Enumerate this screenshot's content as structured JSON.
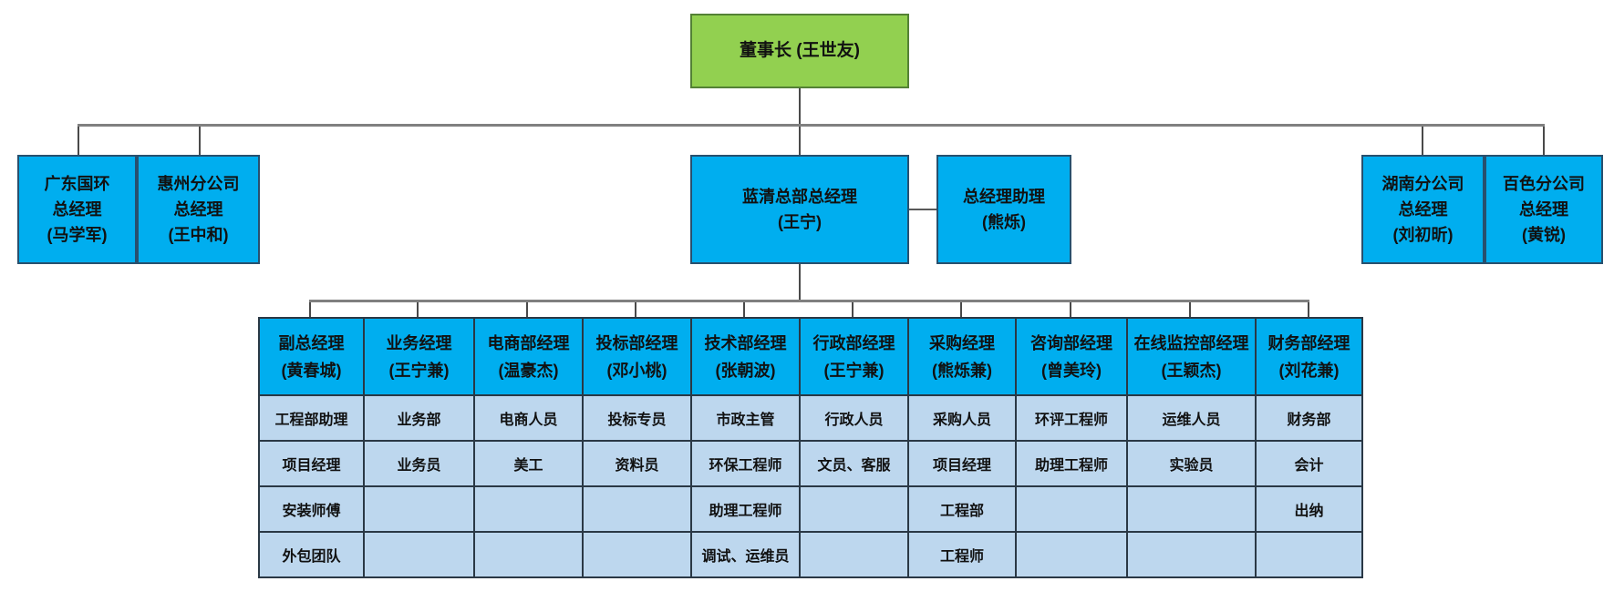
{
  "org": {
    "chairman": {
      "label": "董事长 (王世友)"
    },
    "level2": {
      "gd_guohuan": {
        "lines": [
          "广东国环",
          "总经理",
          "(马学军)"
        ]
      },
      "huizhou": {
        "lines": [
          "惠州分公司",
          "总经理",
          "(王中和)"
        ]
      },
      "lanqing_hq": {
        "lines": [
          "蓝清总部总经理",
          "(王宁)"
        ]
      },
      "gm_assistant": {
        "lines": [
          "总经理助理",
          "(熊烁)"
        ]
      },
      "hunan": {
        "lines": [
          "湖南分公司",
          "总经理",
          "(刘初昕)"
        ]
      },
      "baise": {
        "lines": [
          "百色分公司",
          "总经理",
          "(黄锐)"
        ]
      }
    },
    "departments": {
      "columns": [
        {
          "head": [
            "副总经理",
            "(黄春城)"
          ],
          "cells": [
            "工程部助理",
            "项目经理",
            "安装师傅",
            "外包团队"
          ]
        },
        {
          "head": [
            "业务经理",
            "(王宁兼)"
          ],
          "cells": [
            "业务部",
            "业务员",
            "",
            ""
          ]
        },
        {
          "head": [
            "电商部经理",
            "(温豪杰)"
          ],
          "cells": [
            "电商人员",
            "美工",
            "",
            ""
          ]
        },
        {
          "head": [
            "投标部经理",
            "(邓小桃)"
          ],
          "cells": [
            "投标专员",
            "资料员",
            "",
            ""
          ]
        },
        {
          "head": [
            "技术部经理",
            "(张朝波)"
          ],
          "cells": [
            "市政主管",
            "环保工程师",
            "助理工程师",
            "调试、运维员"
          ]
        },
        {
          "head": [
            "行政部经理",
            "(王宁兼)"
          ],
          "cells": [
            "行政人员",
            "文员、客服",
            "",
            ""
          ]
        },
        {
          "head": [
            "采购经理",
            "(熊烁兼)"
          ],
          "cells": [
            "采购人员",
            "项目经理",
            "工程部",
            "工程师"
          ]
        },
        {
          "head": [
            "咨询部经理",
            "(曾美玲)"
          ],
          "cells": [
            "环评工程师",
            "助理工程师",
            "",
            ""
          ]
        },
        {
          "head": [
            "在线监控部经理",
            "(王颖杰)"
          ],
          "cells": [
            "运维人员",
            "实验员",
            "",
            ""
          ]
        },
        {
          "head": [
            "财务部经理",
            "(刘花兼)"
          ],
          "cells": [
            "财务部",
            "会计",
            "出纳",
            ""
          ]
        }
      ]
    },
    "colors": {
      "chairman_fill": "#92D050",
      "node_fill": "#00AEEF",
      "row_fill": "#BDD7EE",
      "grid_border": "#2A3845",
      "connector": "#808080"
    }
  }
}
